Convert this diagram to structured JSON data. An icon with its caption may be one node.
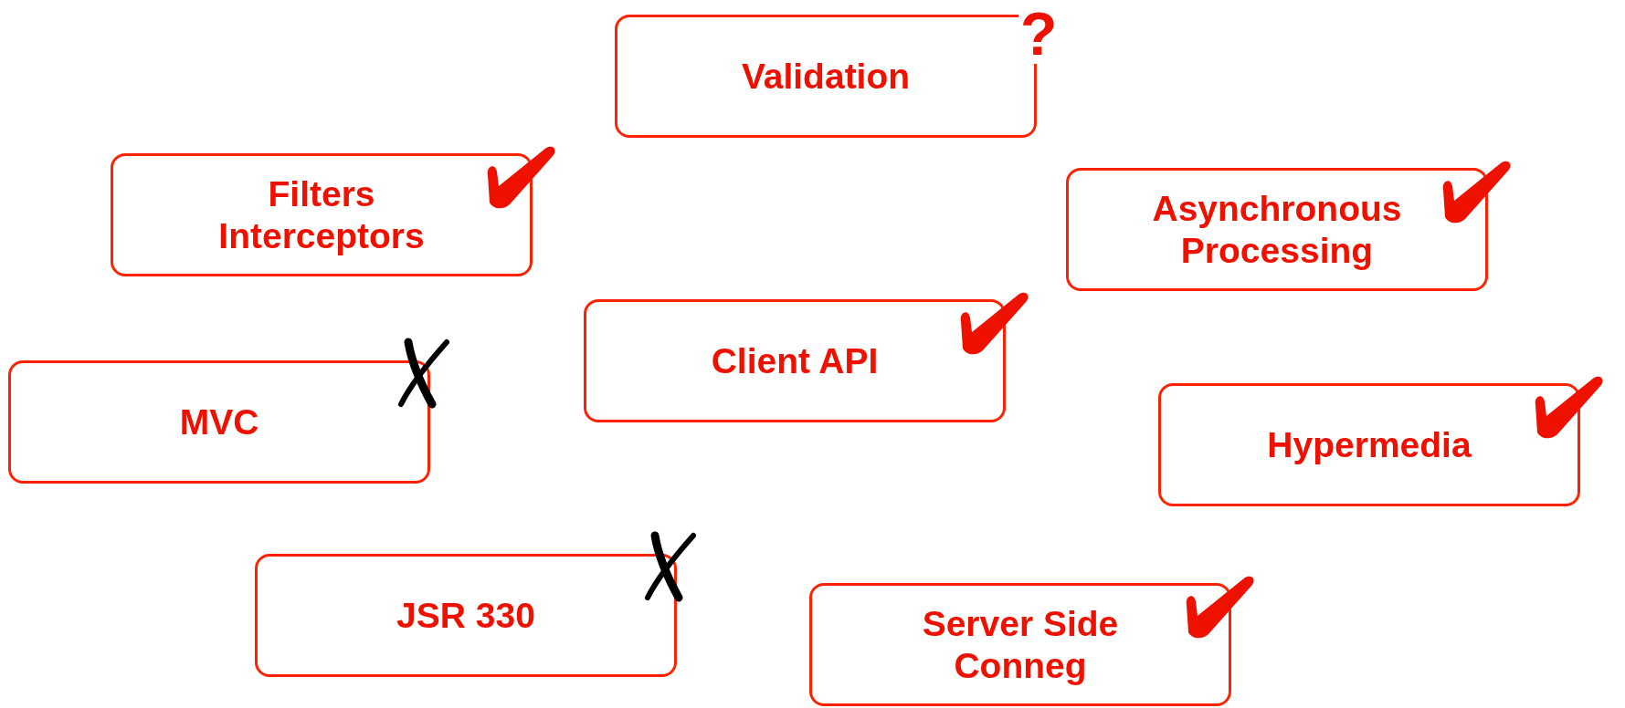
{
  "diagram": {
    "nodes": [
      {
        "text": [
          "Validation"
        ],
        "beside": [
          "?"
        ]
      },
      {
        "text": [
          "Filters Interceptors"
        ]
      },
      {
        "text": [
          "Asynchronous Processing"
        ]
      },
      {
        "text": [
          "Client API"
        ]
      },
      {
        "text": [
          "MVC"
        ]
      },
      {
        "text": [
          "Hypermedia"
        ]
      },
      {
        "text": [
          "JSR 330"
        ]
      },
      {
        "text": [
          "Server Side Conneg"
        ]
      }
    ],
    "edges": []
  }
}
